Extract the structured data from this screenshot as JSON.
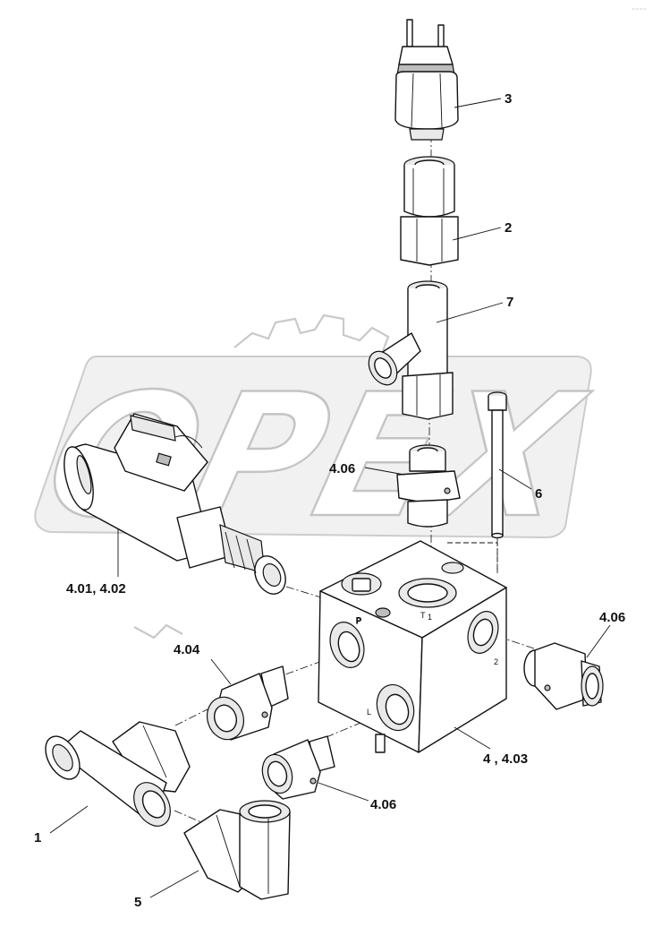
{
  "watermark": {
    "text": "OPEX"
  },
  "reference_code": "~~~~",
  "labels": {
    "p1": "1",
    "p2": "2",
    "p3": "3",
    "p4": "4 , 4.03",
    "p401": "4.01, 4.02",
    "p404": "4.04",
    "p406a": "4.06",
    "p406b": "4.06",
    "p406c": "4.06",
    "p5": "5",
    "p6": "6",
    "p7": "7"
  },
  "block_marks": {
    "port_p": "P",
    "port_t": "T",
    "port_1": "1",
    "port_2": "2",
    "mark_l": "L"
  }
}
